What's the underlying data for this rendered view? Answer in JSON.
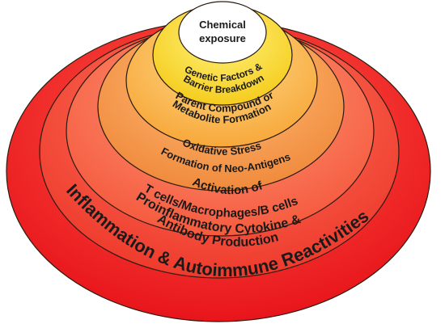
{
  "diagram": {
    "layers": [
      {
        "id": "inflammation",
        "label": "Inflammation & Autoimmune Reactivities",
        "fill_start": "#ff5a48",
        "fill_end": "#e8151b"
      },
      {
        "id": "cytokine",
        "lines": [
          "Proinflammatory Cytokine &",
          "Antibody Production"
        ],
        "fill_start": "#ff7a62",
        "fill_end": "#ee3a2c"
      },
      {
        "id": "activation",
        "lines": [
          "Activation of",
          "T cells/Macrophages/B cells"
        ],
        "fill_start": "#ff9a7a",
        "fill_end": "#f55a3e"
      },
      {
        "id": "oxidative",
        "lines": [
          "Oxidative Stress",
          "Formation of Neo-Antigens"
        ],
        "fill_start": "#ffbf7a",
        "fill_end": "#f08a3c"
      },
      {
        "id": "parent-compound",
        "lines": [
          "Parent Compound or",
          "Metabolite Formation"
        ],
        "fill_start": "#ffd98a",
        "fill_end": "#f7a83a"
      },
      {
        "id": "genetic",
        "lines": [
          "Genetic Factors &",
          "Barrier Breakdown"
        ],
        "fill_start": "#fff27a",
        "fill_end": "#f5cc1e"
      },
      {
        "id": "chemical",
        "lines": [
          "Chemical",
          "exposure"
        ],
        "fill_start": "#ffffff",
        "fill_end": "#ffffff"
      }
    ]
  }
}
